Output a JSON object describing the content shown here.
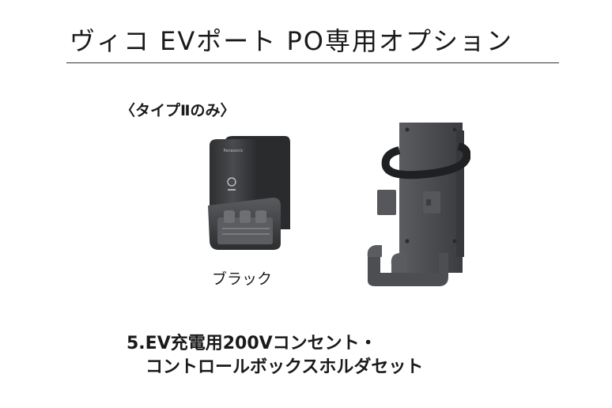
{
  "page": {
    "title": "ヴィコ EVポート PO専用オプション"
  },
  "section": {
    "type_label": "〈タイプⅡのみ〉",
    "control_box": {
      "color_label": "ブラック",
      "brand_text": "Panasonic"
    },
    "product_name_line1": "5.EV充電用200Vコンセント・",
    "product_name_line2": "コントロールボックスホルダセット"
  },
  "colors": {
    "control_box_body": "#3a3b3d",
    "holder_body": "#4a4c50"
  }
}
